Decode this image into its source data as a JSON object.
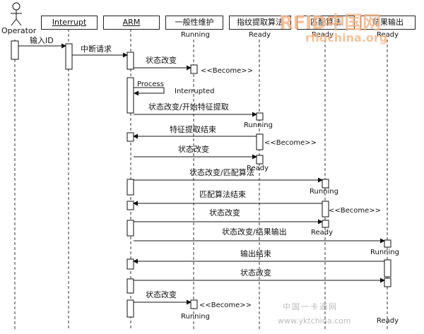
{
  "diagram": {
    "actor": {
      "label": "Operator"
    },
    "lifelines": [
      {
        "id": "interrupt",
        "label": "Interrupt"
      },
      {
        "id": "arm",
        "label": "ARM"
      },
      {
        "id": "general",
        "label": "一般性维护"
      },
      {
        "id": "fingerprint",
        "label": "指纹提取算法"
      },
      {
        "id": "match",
        "label": "匹配算法"
      },
      {
        "id": "output",
        "label": "结果输出"
      }
    ],
    "messages": [
      {
        "label": "输入ID"
      },
      {
        "label": "中断请求"
      },
      {
        "label": "状态改变"
      },
      {
        "label": "状态改变/开始特征提取"
      },
      {
        "label": "特征提取结束"
      },
      {
        "label": "状态改变"
      },
      {
        "label": "状态改变/匹配算法"
      },
      {
        "label": "匹配算法结束"
      },
      {
        "label": "状态改变"
      },
      {
        "label": "状态改变/结果输出"
      },
      {
        "label": "输出结束"
      },
      {
        "label": "状态改变"
      },
      {
        "label": "状态改变"
      }
    ],
    "self_call": {
      "label": "Process",
      "result": "Interrupted"
    },
    "states": {
      "running": "Running",
      "ready": "Ready",
      "become": "<<Become>>"
    }
  },
  "watermark": {
    "brand": "RFID中国网",
    "site": "rfidchina.org",
    "bottom_cn": "中国一卡通网",
    "bottom_url": "www.yktchina.com"
  }
}
